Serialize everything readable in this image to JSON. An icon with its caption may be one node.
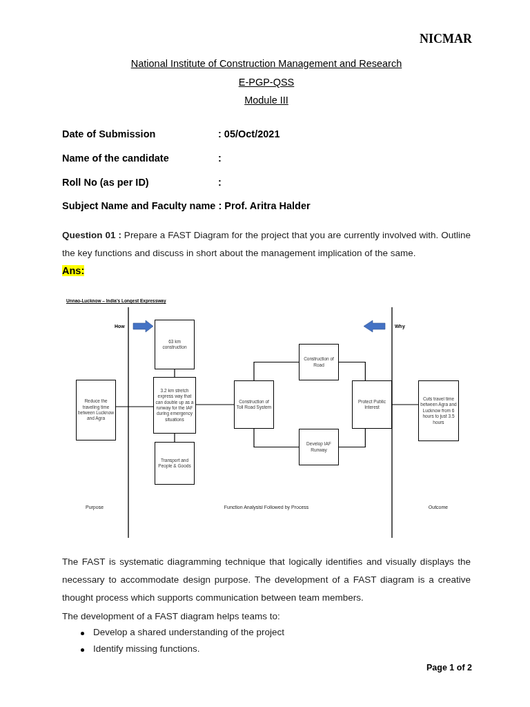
{
  "diagram": {
    "title": "Unnao-Lucknow – India's Longest Expressway",
    "nodes": [
      {
        "text": [
          "Reduce the traveling time between Lucknow and Agra"
        ]
      },
      {
        "text": [
          "63 km construction"
        ]
      },
      {
        "text": [
          "3.2 km stretch express way that can double up as a runway for the IAF during emergency situations"
        ]
      },
      {
        "text": [
          "Transport and People & Goods"
        ]
      },
      {
        "text": [
          "Construction of Toll Road System"
        ]
      },
      {
        "text": [
          "Construction of Road"
        ]
      },
      {
        "text": [
          "Develop IAF Runway"
        ]
      },
      {
        "text": [
          "Protect Public Interest"
        ]
      },
      {
        "text": [
          "Cuts travel time between Agra and Lucknow from 6 hours to just 3.5 hours"
        ]
      }
    ],
    "edges": [
      {
        "from": 0,
        "to": 2,
        "arrow": "none"
      },
      {
        "from": 1,
        "to": 2,
        "arrow": "none"
      },
      {
        "from": 2,
        "to": 3,
        "arrow": "none"
      },
      {
        "from": 2,
        "to": 4,
        "arrow": "none"
      },
      {
        "from": 4,
        "to": 5,
        "arrow": "none"
      },
      {
        "from": 4,
        "to": 6,
        "arrow": "none"
      },
      {
        "from": 5,
        "to": 7,
        "arrow": "none"
      },
      {
        "from": 6,
        "to": 7,
        "arrow": "none"
      },
      {
        "from": 7,
        "to": 8,
        "arrow": "none"
      }
    ],
    "labels": [
      "NICMAR",
      "National Institute of Construction Management and Research",
      "E-PGP-QSS",
      "Module III",
      "Date of Submission",
      ": 05/Oct/2021",
      "Name of the candidate",
      ":",
      "Roll No (as per ID)",
      ":",
      "Subject Name and Faculty name : Prof. Aritra Halder",
      "**Question 01 :** Prepare a FAST Diagram for the project that you are currently involved with. Outline the key functions and discuss in short about the management implication of the same.",
      "Ans:",
      "How",
      "Why",
      "Purpose",
      "Function Analysisi Followed by Process",
      "Outcome",
      "The FAST is systematic diagramming technique that logically identifies and visually displays the necessary to accommodate design purpose. The development of a FAST diagram is a creative thought process which supports communication between team members.",
      "The development of a FAST diagram helps teams to:",
      "Develop a shared understanding of the project",
      "Identify missing functions.",
      "Page 1 of 2"
    ]
  }
}
